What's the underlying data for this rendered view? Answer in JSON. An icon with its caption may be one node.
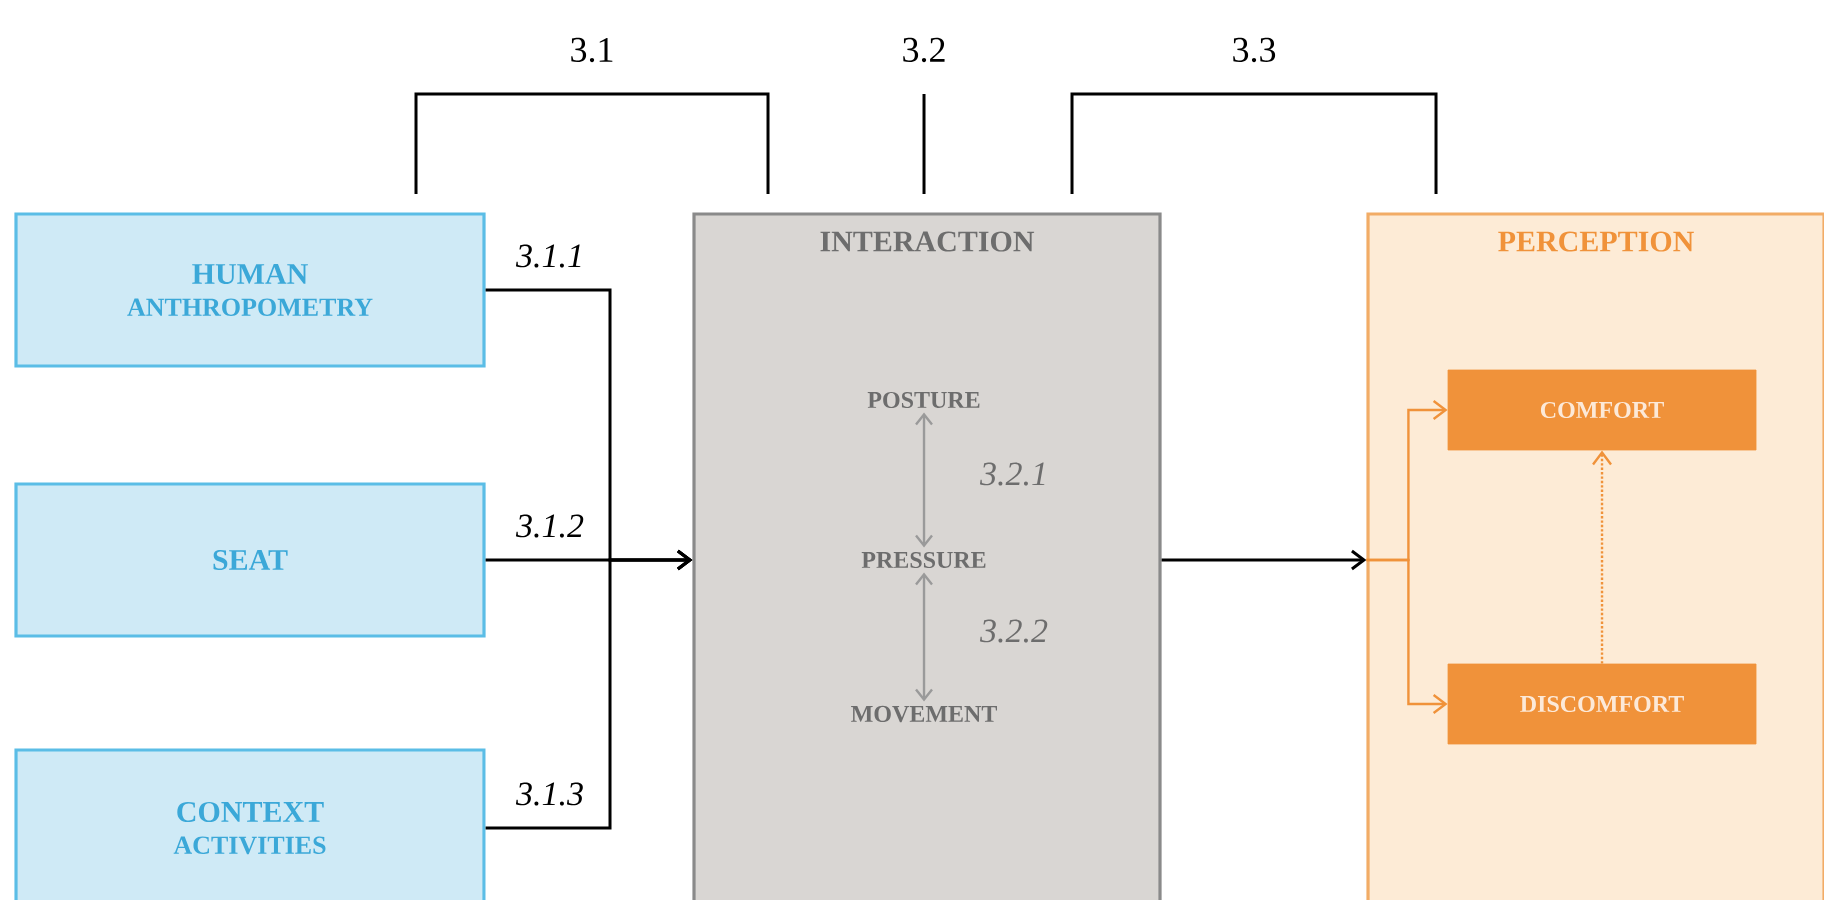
{
  "diagram": {
    "nodes": [
      {
        "text": [
          "HUMAN",
          "ANTHROPOMETRY"
        ]
      },
      {
        "text": [
          "SEAT"
        ]
      },
      {
        "text": [
          "CONTEXT",
          "ACTIVITIES"
        ]
      },
      {
        "text": [
          "INTERACTION"
        ]
      },
      {
        "text": [
          "POSTURE"
        ],
        "in": 3
      },
      {
        "text": [
          "PRESSURE"
        ],
        "in": 3
      },
      {
        "text": [
          "MOVEMENT"
        ],
        "in": 3
      },
      {
        "text": [
          "PERCEPTION"
        ]
      },
      {
        "text": [
          "COMFORT"
        ],
        "in": 7
      },
      {
        "text": [
          "DISCOMFORT"
        ],
        "in": 7
      }
    ],
    "edges": [
      {
        "from": 0,
        "to": 3,
        "arrow": "to",
        "label": "3.1.1"
      },
      {
        "from": 1,
        "to": 3,
        "arrow": "to",
        "label": "3.1.2"
      },
      {
        "from": 2,
        "to": 3,
        "arrow": "to",
        "label": "3.1.3"
      },
      {
        "from": 4,
        "to": 5,
        "arrow": "both",
        "label": "3.2.1",
        "color": "#9a9a9a"
      },
      {
        "from": 5,
        "to": 6,
        "arrow": "both",
        "label": "3.2.2",
        "color": "#9a9a9a"
      },
      {
        "from": 3,
        "to": 7,
        "arrow": "to"
      },
      {
        "from": 7,
        "to": 8,
        "arrow": "to",
        "color": "#f0923a"
      },
      {
        "from": 7,
        "to": 9,
        "arrow": "to",
        "color": "#f0923a"
      },
      {
        "from": 9,
        "to": 8,
        "arrow": "to",
        "style": "dashed",
        "color": "#f0923a"
      }
    ],
    "labels": [
      "3.1",
      "3.2",
      "3.3"
    ]
  }
}
